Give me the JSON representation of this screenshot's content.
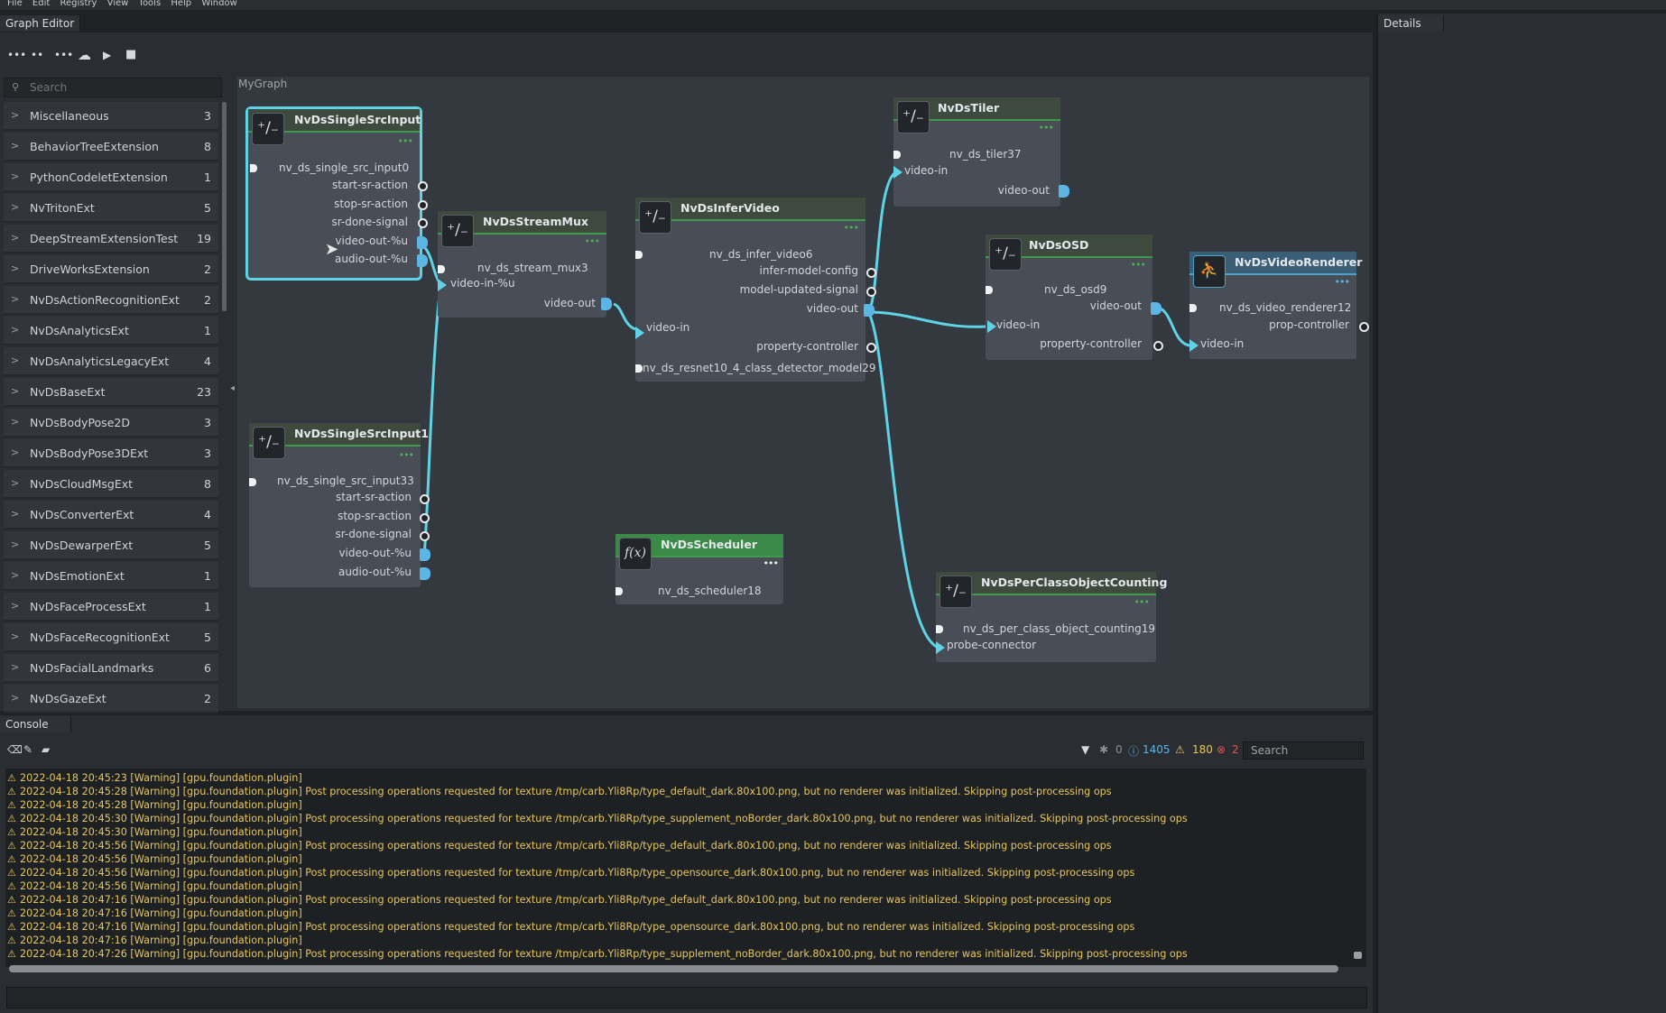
{
  "menu": [
    "File",
    "Edit",
    "Registry",
    "View",
    "Tools",
    "Help",
    "Window"
  ],
  "graph_editor_tab": "Graph Editor",
  "details_tab": "Details",
  "console_tab": "Console",
  "search_placeholder": "Search",
  "graph_name": "MyGraph",
  "categories": [
    {
      "name": "Miscellaneous",
      "count": "3"
    },
    {
      "name": "BehaviorTreeExtension",
      "count": "8"
    },
    {
      "name": "PythonCodeletExtension",
      "count": "1"
    },
    {
      "name": "NvTritonExt",
      "count": "5"
    },
    {
      "name": "DeepStreamExtensionTest",
      "count": "19"
    },
    {
      "name": "DriveWorksExtension",
      "count": "2"
    },
    {
      "name": "NvDsActionRecognitionExt",
      "count": "2"
    },
    {
      "name": "NvDsAnalyticsExt",
      "count": "1"
    },
    {
      "name": "NvDsAnalyticsLegacyExt",
      "count": "4"
    },
    {
      "name": "NvDsBaseExt",
      "count": "23"
    },
    {
      "name": "NvDsBodyPose2D",
      "count": "3"
    },
    {
      "name": "NvDsBodyPose3DExt",
      "count": "3"
    },
    {
      "name": "NvDsCloudMsgExt",
      "count": "8"
    },
    {
      "name": "NvDsConverterExt",
      "count": "4"
    },
    {
      "name": "NvDsDewarperExt",
      "count": "5"
    },
    {
      "name": "NvDsEmotionExt",
      "count": "1"
    },
    {
      "name": "NvDsFaceProcessExt",
      "count": "1"
    },
    {
      "name": "NvDsFaceRecognitionExt",
      "count": "5"
    },
    {
      "name": "NvDsFacialLandmarks",
      "count": "6"
    },
    {
      "name": "NvDsGazeExt",
      "count": "2"
    }
  ],
  "nodes": {
    "src0": {
      "title": "NvDsSingleSrcInput",
      "id": "nv_ds_single_src_input0",
      "pins": [
        "start-sr-action",
        "stop-sr-action",
        "sr-done-signal",
        "video-out-%u",
        "audio-out-%u"
      ]
    },
    "src1": {
      "title": "NvDsSingleSrcInput1",
      "id": "nv_ds_single_src_input33",
      "pins": [
        "start-sr-action",
        "stop-sr-action",
        "sr-done-signal",
        "video-out-%u",
        "audio-out-%u"
      ]
    },
    "mux": {
      "title": "NvDsStreamMux",
      "id": "nv_ds_stream_mux3",
      "pins": [
        "video-in-%u",
        "video-out"
      ]
    },
    "infer": {
      "title": "NvDsInferVideo",
      "id": "nv_ds_infer_video6",
      "pins": [
        "infer-model-config",
        "model-updated-signal",
        "video-out",
        "video-in",
        "property-controller",
        "nv_ds_resnet10_4_class_detector_model29"
      ]
    },
    "tiler": {
      "title": "NvDsTiler",
      "id": "nv_ds_tiler37",
      "pins": [
        "video-in",
        "video-out"
      ]
    },
    "osd": {
      "title": "NvDsOSD",
      "id": "nv_ds_osd9",
      "pins": [
        "video-out",
        "video-in",
        "property-controller"
      ]
    },
    "renderer": {
      "title": "NvDsVideoRenderer",
      "id": "nv_ds_video_renderer12",
      "pins": [
        "prop-controller",
        "video-in"
      ]
    },
    "scheduler": {
      "title": "NvDsScheduler",
      "id": "nv_ds_scheduler18",
      "icon": "f(x)"
    },
    "counting": {
      "title": "NvDsPerClassObjectCounting",
      "id": "nv_ds_per_class_object_counting19",
      "pins": [
        "probe-connector"
      ]
    }
  },
  "console": {
    "filter_count": "0",
    "info_count": "1405",
    "warning_count": "180",
    "error_count": "2",
    "search_placeholder": "Search",
    "lines": [
      "2022-04-18 20:45:23  [Warning] [gpu.foundation.plugin]",
      "2022-04-18 20:45:28  [Warning] [gpu.foundation.plugin] Post processing operations requested for texture /tmp/carb.Yli8Rp/type_default_dark.80x100.png, but no renderer was initialized. Skipping post-processing ops",
      "2022-04-18 20:45:28  [Warning] [gpu.foundation.plugin]",
      "2022-04-18 20:45:30  [Warning] [gpu.foundation.plugin] Post processing operations requested for texture /tmp/carb.Yli8Rp/type_supplement_noBorder_dark.80x100.png, but no renderer was initialized. Skipping post-processing ops",
      "2022-04-18 20:45:30  [Warning] [gpu.foundation.plugin]",
      "2022-04-18 20:45:56  [Warning] [gpu.foundation.plugin] Post processing operations requested for texture /tmp/carb.Yli8Rp/type_default_dark.80x100.png, but no renderer was initialized. Skipping post-processing ops",
      "2022-04-18 20:45:56  [Warning] [gpu.foundation.plugin]",
      "2022-04-18 20:45:56  [Warning] [gpu.foundation.plugin] Post processing operations requested for texture /tmp/carb.Yli8Rp/type_opensource_dark.80x100.png, but no renderer was initialized. Skipping post-processing ops",
      "2022-04-18 20:45:56  [Warning] [gpu.foundation.plugin]",
      "2022-04-18 20:47:16  [Warning] [gpu.foundation.plugin] Post processing operations requested for texture /tmp/carb.Yli8Rp/type_default_dark.80x100.png, but no renderer was initialized. Skipping post-processing ops",
      "2022-04-18 20:47:16  [Warning] [gpu.foundation.plugin]",
      "2022-04-18 20:47:16  [Warning] [gpu.foundation.plugin] Post processing operations requested for texture /tmp/carb.Yli8Rp/type_opensource_dark.80x100.png, but no renderer was initialized. Skipping post-processing ops",
      "2022-04-18 20:47:16  [Warning] [gpu.foundation.plugin]",
      "2022-04-18 20:47:26  [Warning] [gpu.foundation.plugin] Post processing operations requested for texture /tmp/carb.Yli8Rp/type_supplement_noBorder_dark.80x100.png, but no renderer was initialized. Skipping post-processing ops"
    ]
  },
  "colors": {
    "accent": "#5fd3e6",
    "node_header_line": "#3f9a4b",
    "warning": "#e6c65c"
  }
}
